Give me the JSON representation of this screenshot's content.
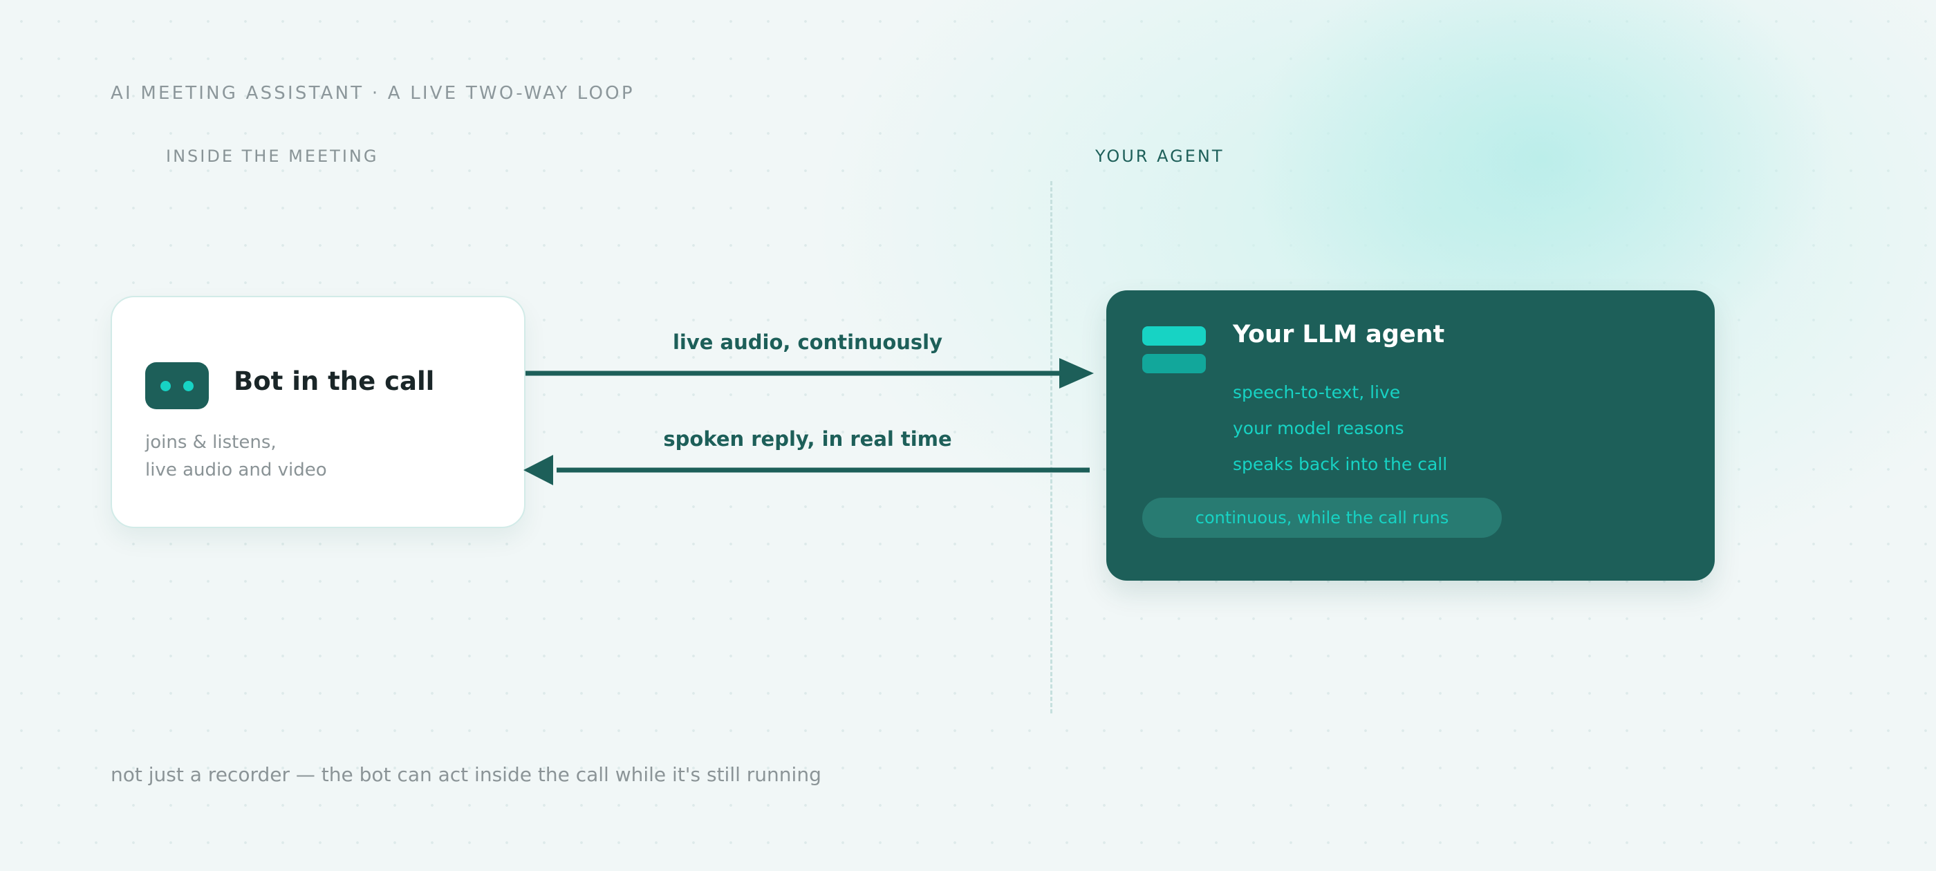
{
  "header": {
    "eyebrow": "AI MEETING ASSISTANT · A LIVE TWO-WAY LOOP"
  },
  "sections": {
    "left_label": "INSIDE THE MEETING",
    "right_label": "YOUR AGENT"
  },
  "bot_card": {
    "icon": "bot-face-icon",
    "title": "Bot in the call",
    "description_lines": [
      "joins & listens,",
      "live audio and video"
    ]
  },
  "flows": {
    "to_agent": "live audio, continuously",
    "to_bot": "spoken reply, in real time"
  },
  "agent_card": {
    "icon": "stacked-bars-icon",
    "title": "Your LLM agent",
    "steps": [
      "speech-to-text, live",
      "your model reasons",
      "speaks back into the call"
    ],
    "pill": "continuous, while the call runs"
  },
  "footnote": "not just a recorder — the bot can act inside the call while it's still running",
  "colors": {
    "primary": "#1d5f59",
    "accent": "#17d3c4",
    "muted_text": "#8a9396",
    "background": "#f1f7f7"
  }
}
